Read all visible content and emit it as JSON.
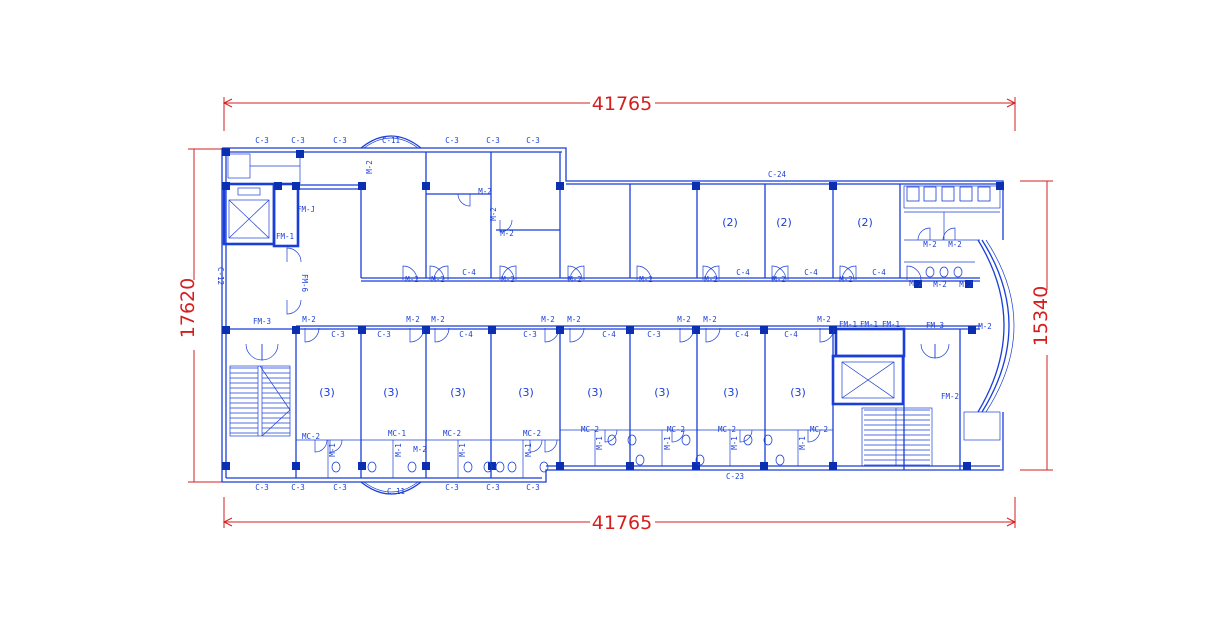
{
  "dimensions": {
    "top_width": "41765",
    "bottom_width": "41765",
    "left_height": "17620",
    "right_height": "15340"
  },
  "colors": {
    "walls": "#1a3fd8",
    "columns": "#0a2fb0",
    "dimension_lines": "#d51f1f",
    "background": "#ffffff"
  },
  "window_labels": {
    "top_c3": [
      "C-3",
      "C-3",
      "C-3",
      "C-3",
      "C-3",
      "C-3"
    ],
    "top_c11": "C-11",
    "c24": "C-24",
    "c12": "C-12",
    "bottom_c3": [
      "C-3",
      "C-3",
      "C-3",
      "C-3",
      "C-3",
      "C-3"
    ],
    "bottom_c11": "C-11",
    "c23": "C-23",
    "corridor_north_c4": [
      "C-4",
      "C-4",
      "C-4",
      "C-4"
    ],
    "corridor_south_c3": [
      "C-3",
      "C-3",
      "C-3",
      "C-3"
    ],
    "corridor_south_c4": [
      "C-4",
      "C-4",
      "C-4",
      "C-4"
    ]
  },
  "door_labels": {
    "m2_north": [
      "M-2",
      "M-2",
      "M-2",
      "M-2",
      "M-2",
      "M-2",
      "M-2",
      "M-2",
      "M-2",
      "M-2",
      "M-2",
      "M-2"
    ],
    "m2_south": [
      "M-2",
      "M-2",
      "M-2",
      "M-2",
      "M-2",
      "M-2",
      "M-2",
      "M-2",
      "M-2"
    ],
    "m2_misc": [
      "M-2",
      "M-2",
      "M-2",
      "M-2",
      "M-2",
      "M-2"
    ],
    "fm": [
      "FM-J",
      "FM-1",
      "FM-6",
      "FM-3",
      "FM-3",
      "FM-2",
      "FM-1",
      "FM-1",
      "FM-1"
    ],
    "mc": [
      "MC-2",
      "MC-1",
      "MC-2",
      "MC-2",
      "MC-2",
      "MC-2",
      "MC-2",
      "MC-2"
    ],
    "m1": [
      "M-1",
      "M-1",
      "M-1",
      "M-1",
      "M-1",
      "M-1",
      "M-1",
      "M-1"
    ]
  },
  "room_numbers": {
    "north": [
      "(2)",
      "(2)",
      "(2)"
    ],
    "south": [
      "(3)",
      "(3)",
      "(3)",
      "(3)",
      "(3)",
      "(3)",
      "(3)",
      "(3)"
    ]
  }
}
